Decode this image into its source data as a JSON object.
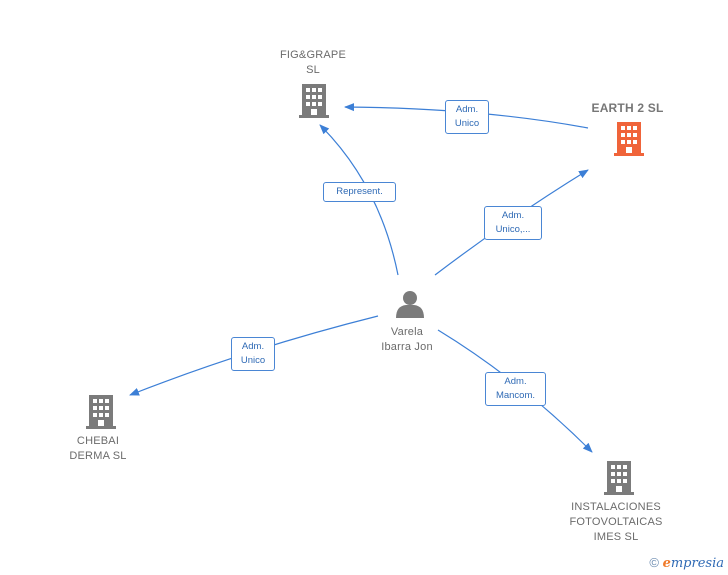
{
  "colors": {
    "edge": "#3c7fd6",
    "company": "#7b7b7b",
    "focus_company": "#f0643a",
    "person": "#7b7b7b"
  },
  "nodes": {
    "fig_grape": {
      "label": "FIG&GRAPE\nSL",
      "icon": "building-icon"
    },
    "earth2": {
      "label": "EARTH 2  SL",
      "icon": "building-icon"
    },
    "varela": {
      "label": "Varela\nIbarra Jon",
      "icon": "person-icon"
    },
    "chebai": {
      "label": "CHEBAI\nDERMA  SL",
      "icon": "building-icon"
    },
    "instalaciones": {
      "label": "INSTALACIONES\nFOTOVOLTAICAS\nIMES SL",
      "icon": "building-icon"
    }
  },
  "edges": {
    "earth_fig": "Adm.\nUnico",
    "varela_fig": "Represent.",
    "varela_earth": "Adm.\nUnico,...",
    "varela_chebai": "Adm.\nUnico",
    "varela_inst": "Adm.\nMancom."
  },
  "footer": {
    "copyright": "©",
    "brand_e": "e",
    "brand_rest": "mpresia"
  }
}
